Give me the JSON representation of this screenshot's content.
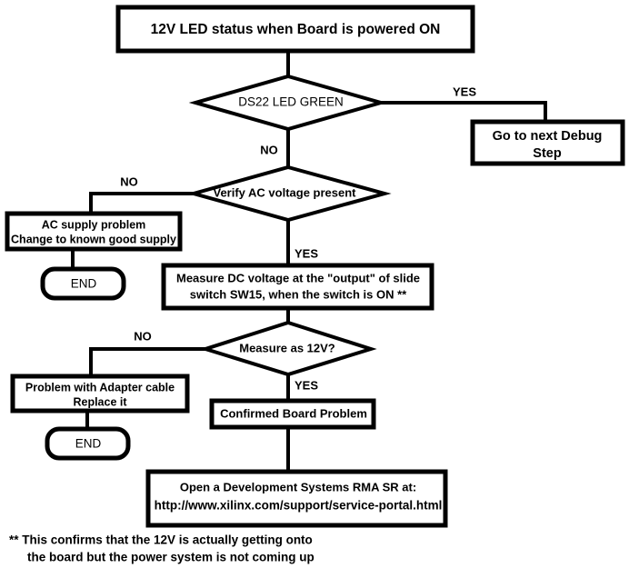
{
  "diagram": {
    "title": "12V LED status when Board is powered ON",
    "type": "flowchart",
    "start": {
      "id": "start-box",
      "text": "12V LED status when Board is powered ON"
    },
    "decisions": [
      {
        "id": "decision-ds22-led-green",
        "text": "DS22 LED GREEN",
        "yes_label": "YES",
        "no_label": "NO"
      },
      {
        "id": "decision-verify-ac-voltage",
        "text": "Verify AC voltage present",
        "yes_label": "YES",
        "no_label": "NO"
      },
      {
        "id": "decision-measure-12v",
        "text": "Measure as 12V?",
        "yes_label": "YES",
        "no_label": "NO"
      }
    ],
    "processes": [
      {
        "id": "process-next-debug-step",
        "line1": "Go to next Debug",
        "line2": "Step"
      },
      {
        "id": "process-ac-supply-problem",
        "line1": "AC supply problem",
        "line2": "Change to known good supply"
      },
      {
        "id": "process-measure-dc-voltage",
        "line1": "Measure DC voltage at the \"output\" of slide",
        "line2": "switch  SW15, when the switch is ON **"
      },
      {
        "id": "process-adapter-cable-problem",
        "line1": "Problem with Adapter cable",
        "line2": "Replace it"
      },
      {
        "id": "process-confirmed-board-problem",
        "line1": "Confirmed Board Problem"
      },
      {
        "id": "process-open-rma",
        "line1": "Open a Development Systems RMA SR at:",
        "line2": "http://www.xilinx.com/support/service-portal.html"
      }
    ],
    "terminators": [
      {
        "id": "end-ac-supply",
        "text": "END"
      },
      {
        "id": "end-adapter-cable",
        "text": "END"
      }
    ],
    "footnote": {
      "line1": "**  This confirms that the 12V is actually getting onto",
      "line2": "the board but the power system is not coming up"
    },
    "colors": {
      "stroke": "#000000",
      "fill": "#ffffff",
      "text": "#000000"
    }
  }
}
